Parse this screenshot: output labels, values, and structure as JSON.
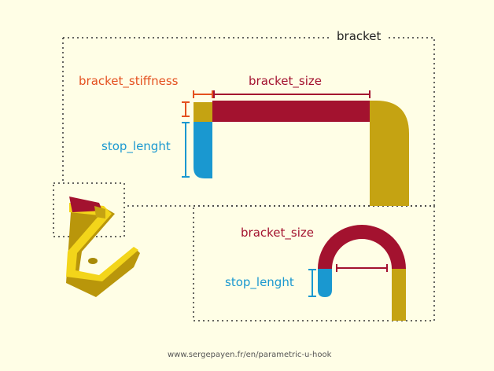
{
  "labels": {
    "bracket": "bracket",
    "bracket_stiffness": "bracket_stiffness",
    "bracket_size_top": "bracket_size",
    "stop_lenght_top": "stop_lenght",
    "bracket_size_bottom": "bracket_size",
    "stop_lenght_bottom": "stop_lenght",
    "url": "www.sergepayen.fr/en/parametric-u-hook"
  },
  "colors": {
    "background": "#fffee6",
    "bracket_red": "#a3122f",
    "hook_gold": "#c5a312",
    "stop_blue": "#1a98d0",
    "stiffness_orange": "#e4501f",
    "hook_yellow": "#f3d51a"
  }
}
